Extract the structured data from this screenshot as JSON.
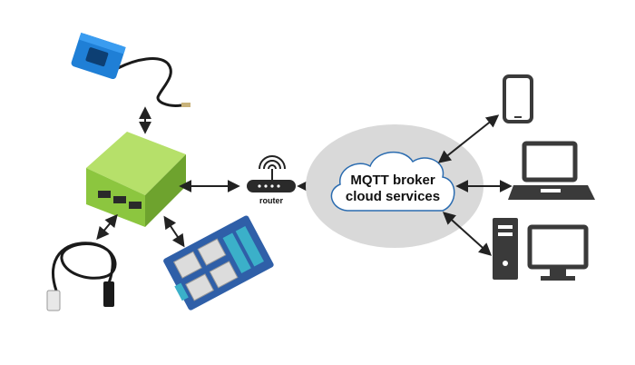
{
  "router": {
    "label": "router"
  },
  "cloud": {
    "line1": "MQTT broker",
    "line2": "cloud services"
  },
  "devices": {
    "controller": "green-controller-box",
    "current_sensor": "current-clamp-sensor",
    "cable": "rj-cable-sensor",
    "relay": "relay-board",
    "phone": "smartphone-icon",
    "laptop": "laptop-icon",
    "desktop": "desktop-computer-icon"
  },
  "colors": {
    "controller_green": "#8cc63f",
    "clamp_blue": "#1f7fd6",
    "cloud_bg": "#d9d9d9",
    "cloud_stroke": "#2b6cb0",
    "arrow": "#222222",
    "relay_blue": "#2f5fa8"
  }
}
